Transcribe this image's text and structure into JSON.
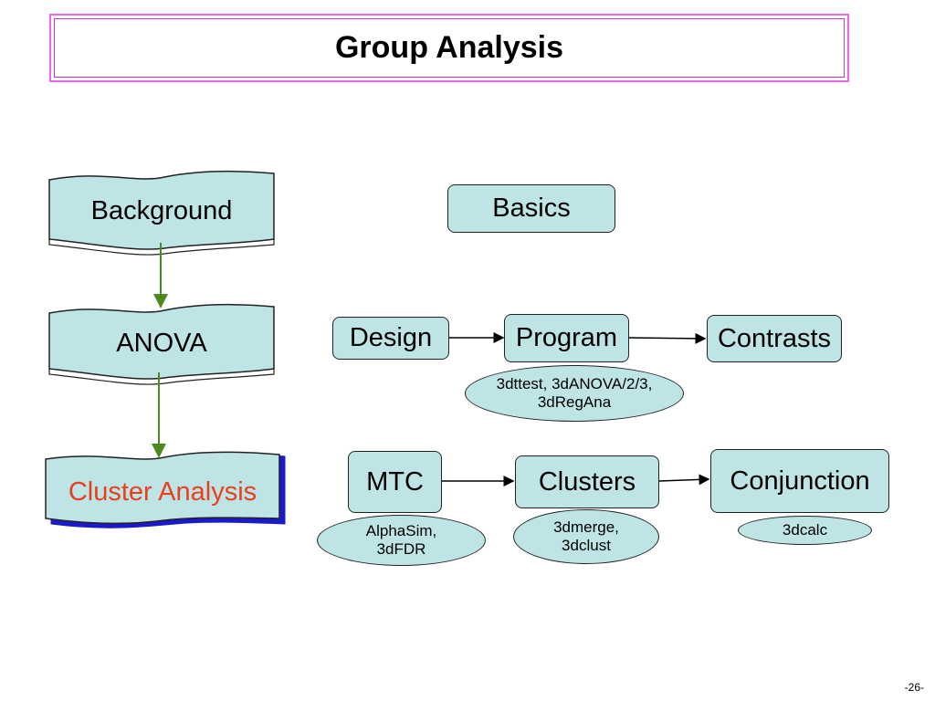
{
  "title": "Group Analysis",
  "left_column": {
    "background": "Background",
    "anova": "ANOVA",
    "cluster_analysis": "Cluster Analysis"
  },
  "basics": "Basics",
  "row_anova": {
    "design": "Design",
    "program": "Program",
    "contrasts": "Contrasts",
    "program_tools": "3dttest, 3dANOVA/2/3,\n3dRegAna"
  },
  "row_cluster": {
    "mtc": "MTC",
    "clusters": "Clusters",
    "conjunction": "Conjunction",
    "mtc_tools": "AlphaSim,\n3dFDR",
    "clusters_tools": "3dmerge,\n3dclust",
    "conjunction_tools": "3dcalc"
  },
  "page_number": "-26-",
  "colors": {
    "box_fill": "#bfe4e6",
    "highlight_text": "#e8401c",
    "highlight_border": "#1a1acc",
    "title_border": "#ee66ee",
    "flow_arrow": "#4b8a1f"
  }
}
